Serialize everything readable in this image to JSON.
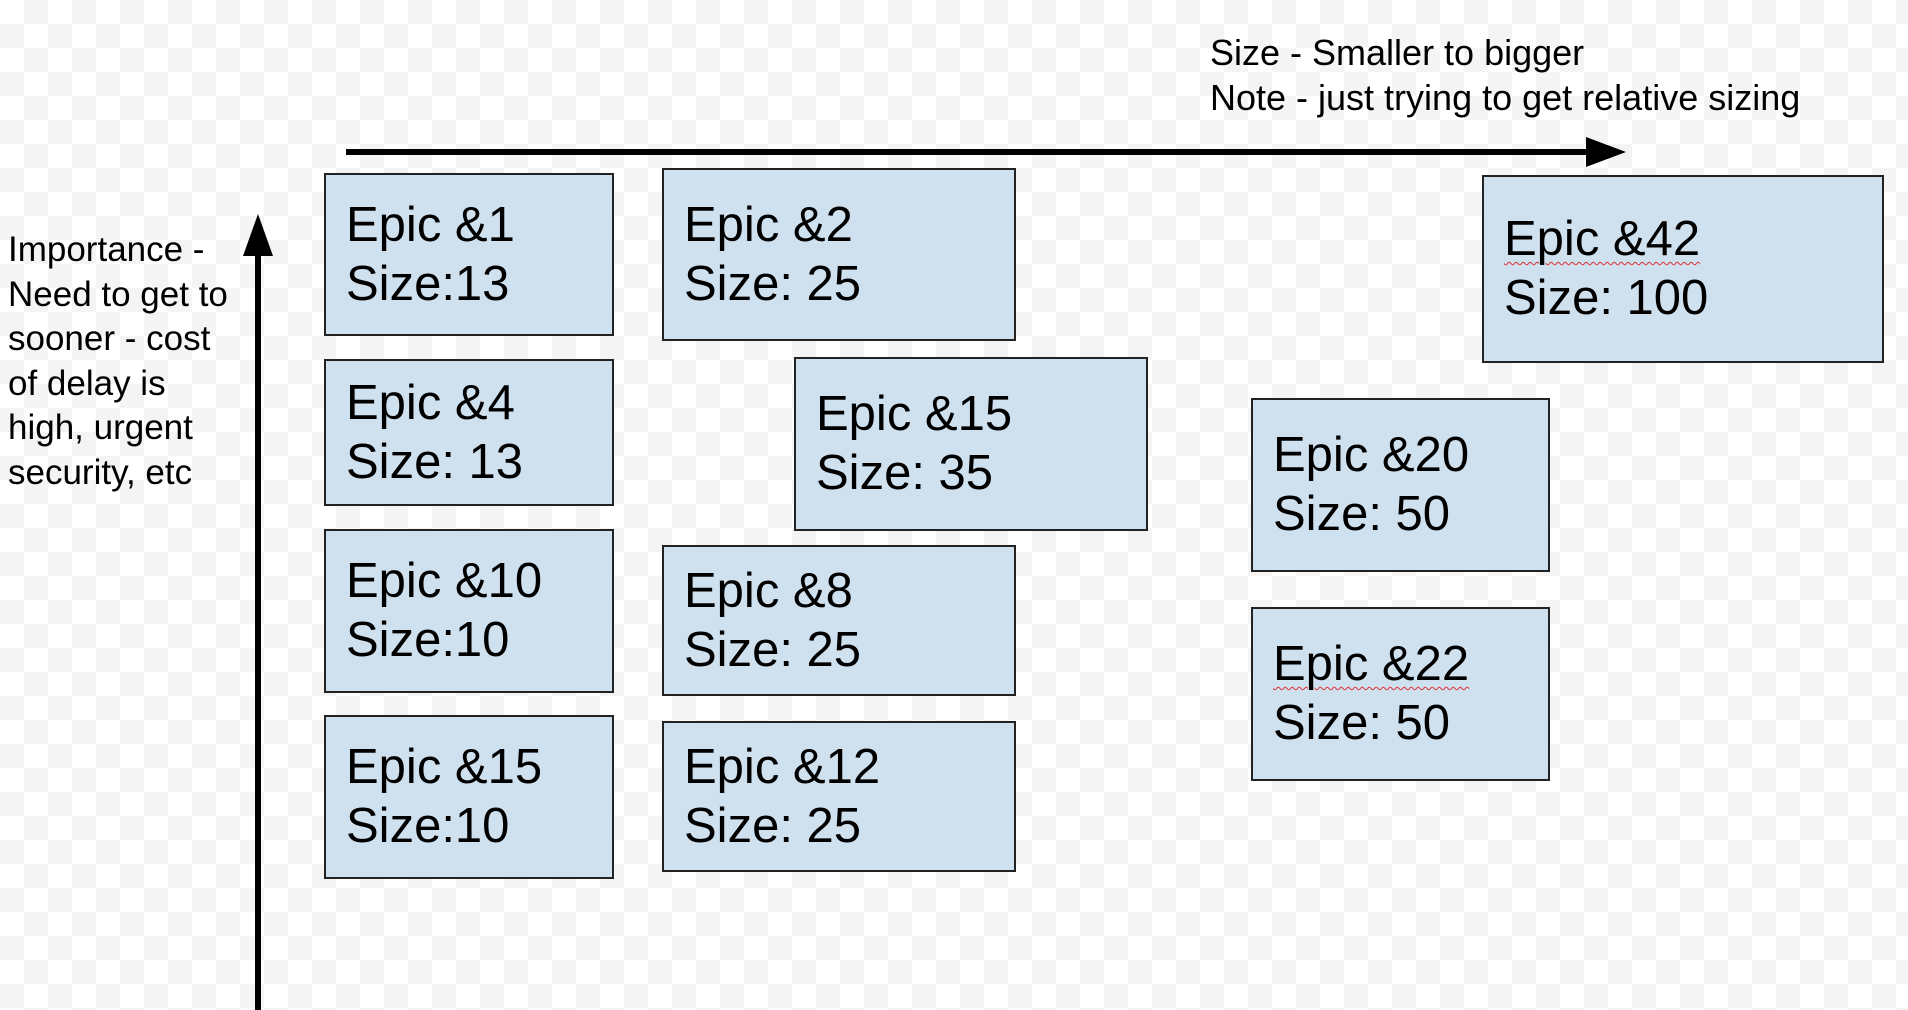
{
  "size_note": {
    "line1": "Size - Smaller to bigger",
    "line2": "Note - just trying to get relative sizing"
  },
  "importance_note": {
    "lines": [
      "Importance -",
      "Need to get to",
      "sooner - cost",
      "of delay is",
      "high, urgent",
      "security, etc"
    ]
  },
  "epics": [
    {
      "id": "epic-1",
      "title": "Epic &1",
      "size": "Size:13"
    },
    {
      "id": "epic-2",
      "title": "Epic &2",
      "size": "Size: 25"
    },
    {
      "id": "epic-42",
      "title": "Epic &42",
      "size": "Size: 100"
    },
    {
      "id": "epic-4",
      "title": "Epic &4",
      "size": "Size: 13"
    },
    {
      "id": "epic-15a",
      "title": "Epic &15",
      "size": "Size: 35"
    },
    {
      "id": "epic-20",
      "title": "Epic &20",
      "size": "Size: 50"
    },
    {
      "id": "epic-10",
      "title": "Epic &10",
      "size": "Size:10"
    },
    {
      "id": "epic-8",
      "title": "Epic &8",
      "size": "Size: 25"
    },
    {
      "id": "epic-22",
      "title": "Epic &22",
      "size": "Size: 50"
    },
    {
      "id": "epic-15b",
      "title": "Epic &15",
      "size": "Size:10"
    },
    {
      "id": "epic-12",
      "title": "Epic &12",
      "size": "Size: 25"
    }
  ],
  "colors": {
    "card_fill": "#cfe0ef",
    "card_border": "#222222",
    "arrow": "#000000",
    "spellcheck_underline": "#e03030"
  }
}
